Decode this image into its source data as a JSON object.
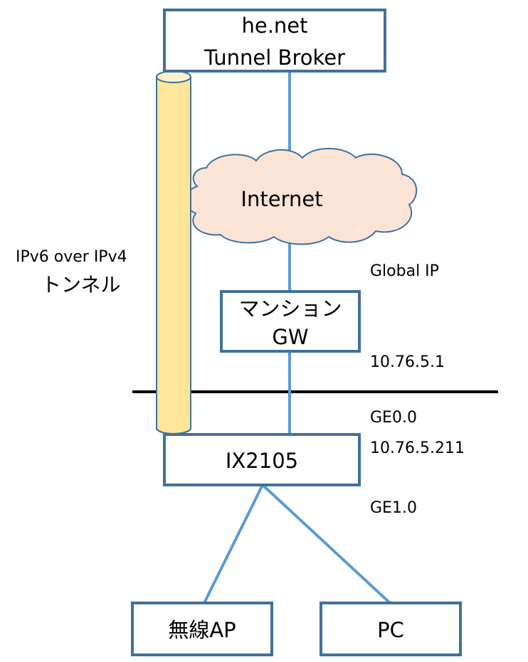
{
  "nodes": {
    "broker": {
      "line1": "he.net",
      "line2": "Tunnel Broker"
    },
    "internet": {
      "label": "Internet"
    },
    "gateway": {
      "line1": "マンション",
      "line2": "GW"
    },
    "router": {
      "label": "IX2105"
    },
    "wireless_ap": {
      "label": "無線AP"
    },
    "pc": {
      "label": "PC"
    }
  },
  "labels": {
    "global_ip": "Global IP",
    "gw_ip": "10.76.5.1",
    "ge0_name": "GE0.0",
    "ge0_ip": "10.76.5.211",
    "ge1_name": "GE1.0",
    "tunnel_line1": "IPv6 over IPv4",
    "tunnel_line2": "トンネル"
  },
  "colors": {
    "box_border": "#41719c",
    "link_line": "#5b9bd5",
    "cloud_fill": "#fbe3d6",
    "cloud_stroke": "#41719c",
    "tunnel_fill": "#fee599",
    "tunnel_stroke": "#41719c",
    "divider": "#000000"
  }
}
